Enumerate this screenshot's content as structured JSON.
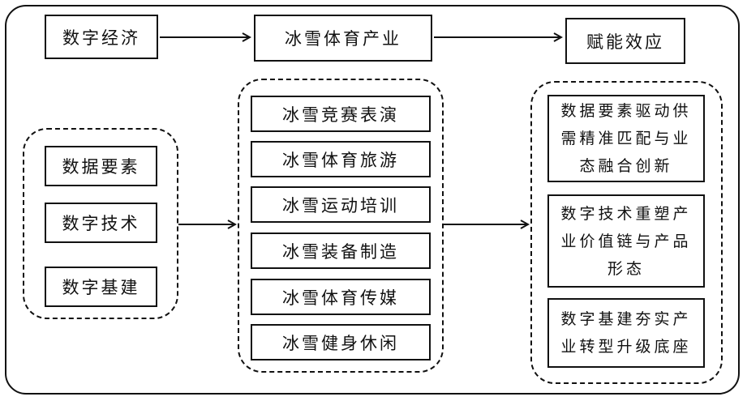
{
  "top_row": {
    "digital_economy": "数字经济",
    "ice_snow_industry": "冰雪体育产业",
    "empowerment_effect": "赋能效应"
  },
  "left_group": [
    "数据要素",
    "数字技术",
    "数字基建"
  ],
  "middle_group": [
    "冰雪竞赛表演",
    "冰雪体育旅游",
    "冰雪运动培训",
    "冰雪装备制造",
    "冰雪体育传媒",
    "冰雪健身休闲"
  ],
  "right_group": [
    "数据要素驱动供需精准匹配与业态融合创新",
    "数字技术重塑产业价值链与产品形态",
    "数字基建夯实产业转型升级底座"
  ]
}
